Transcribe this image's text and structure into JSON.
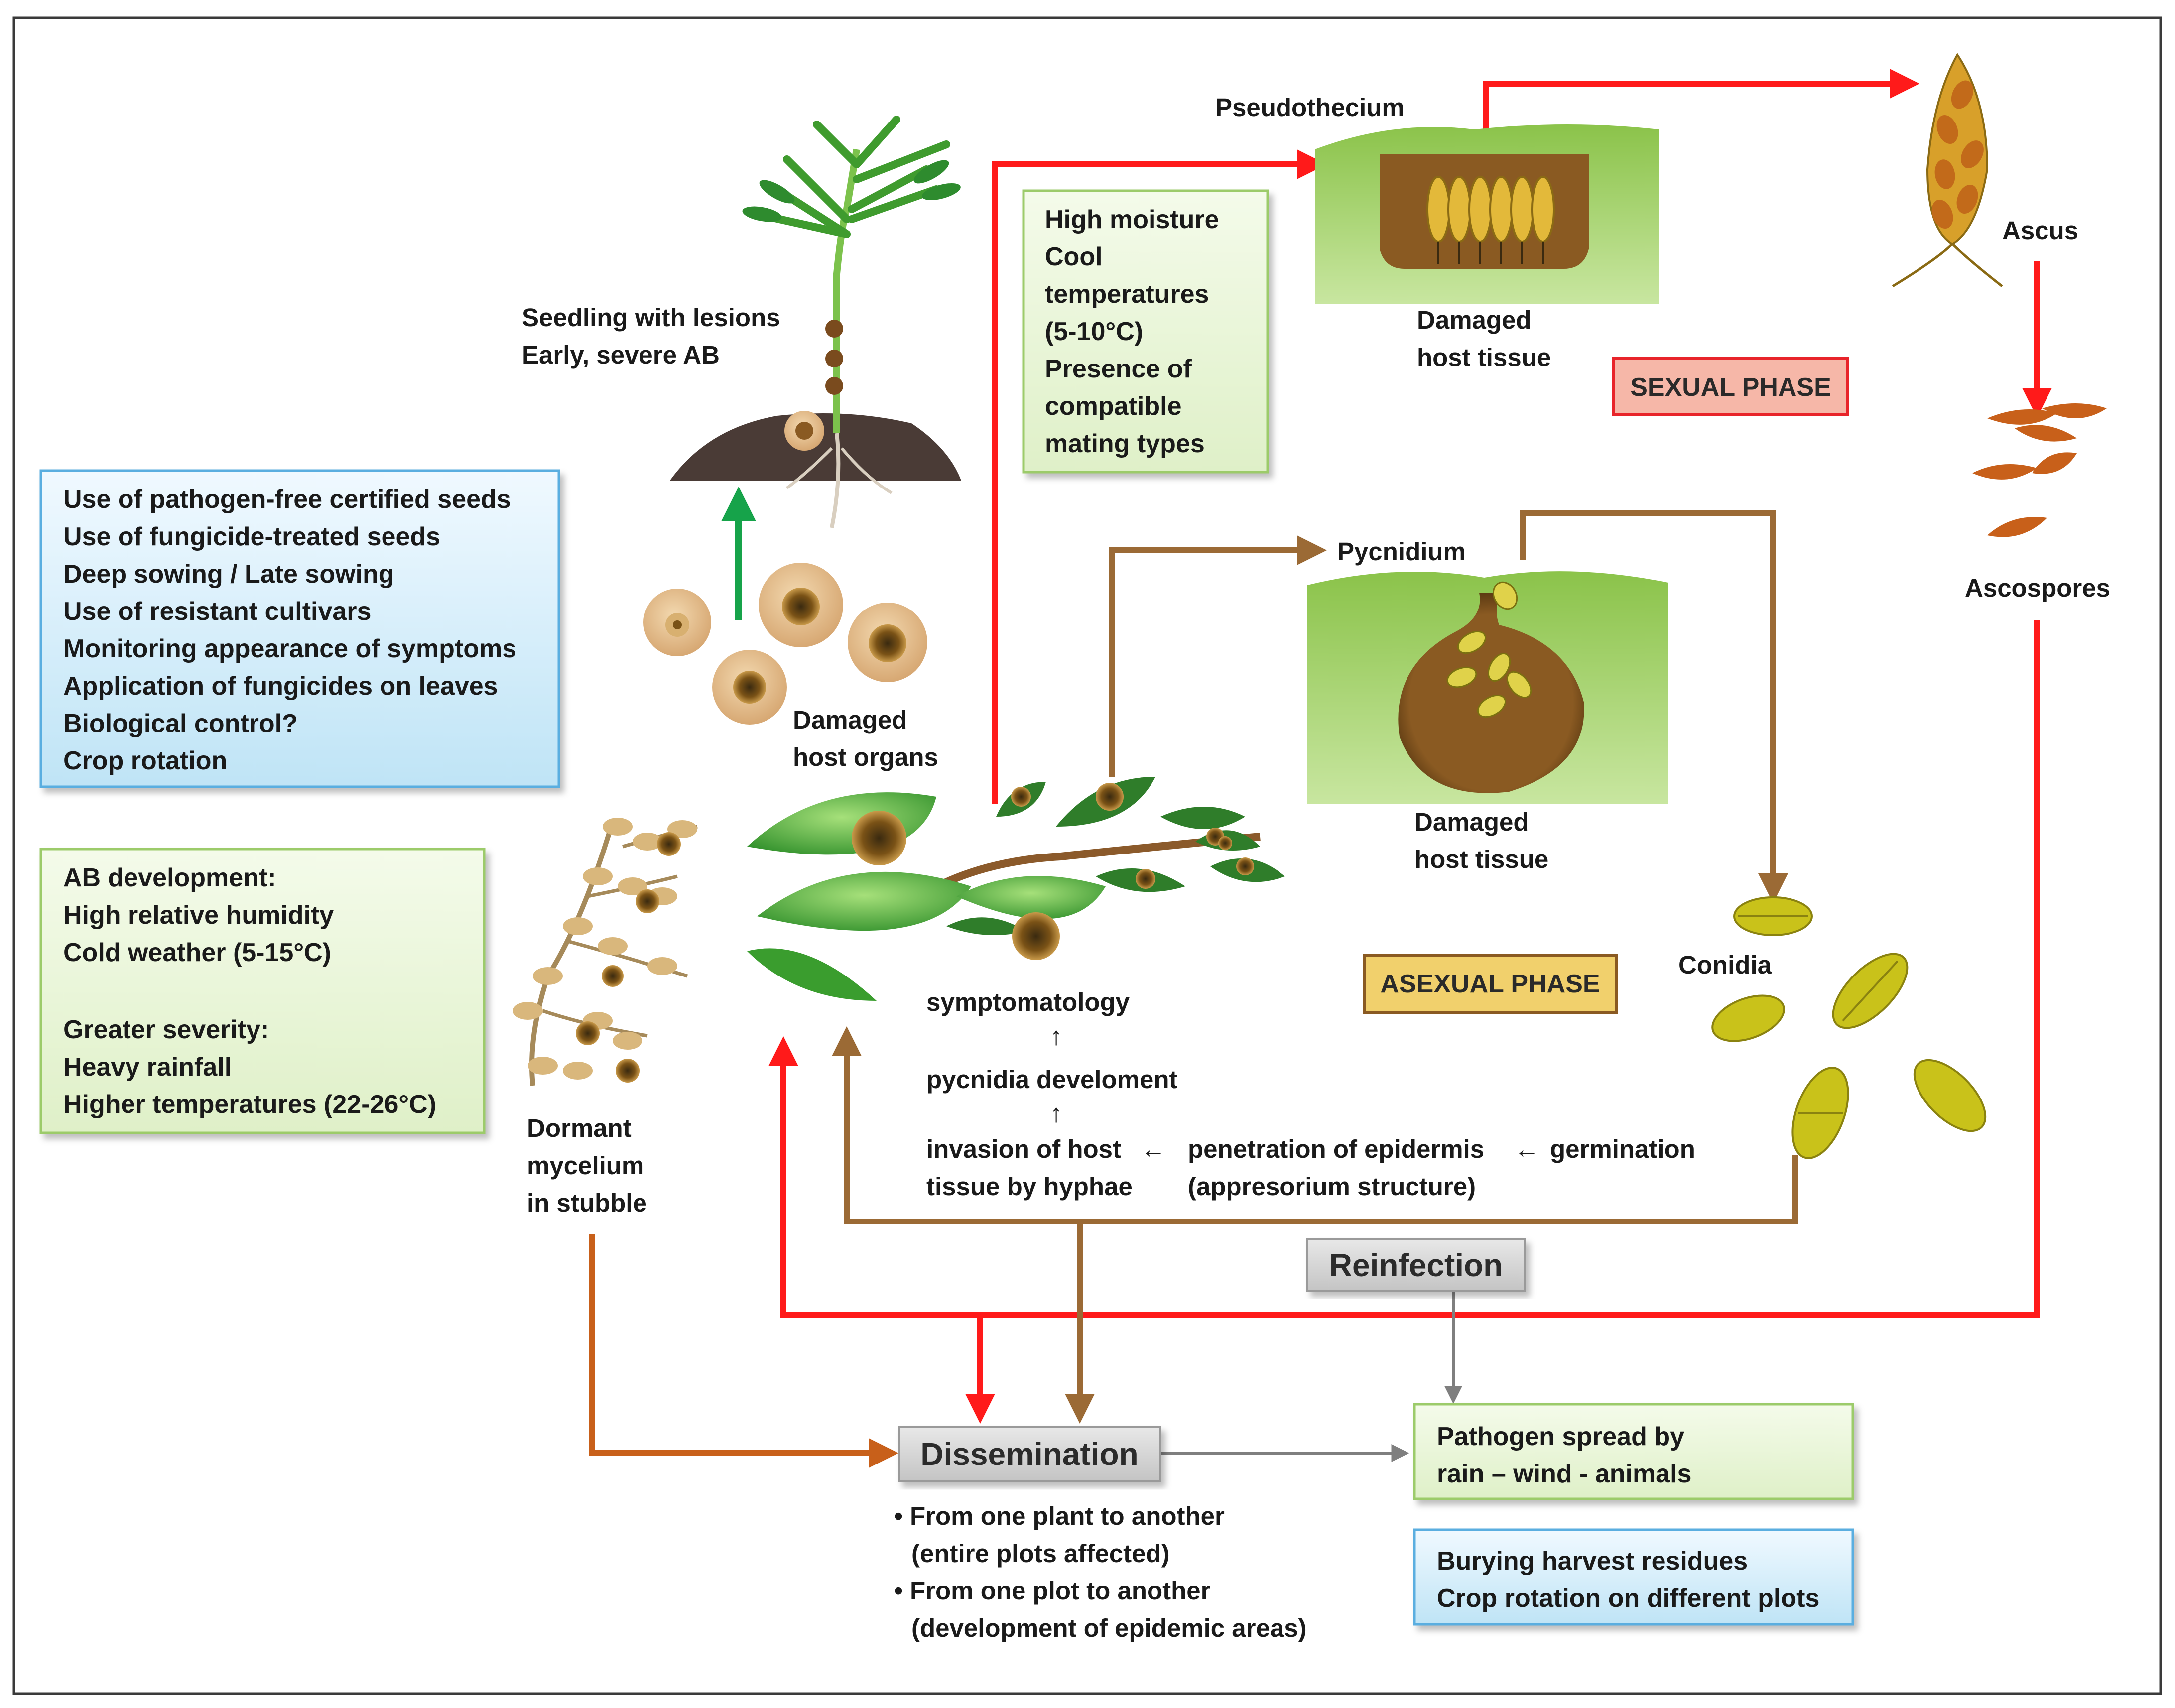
{
  "labels": {
    "pseudothecium": "Pseudothecium",
    "ascus": "Ascus",
    "ascospores": "Ascospores",
    "damaged_host_tissue_top_1": "Damaged",
    "damaged_host_tissue_top_2": "host tissue",
    "sexual_phase": "SEXUAL PHASE",
    "seedling_1": "Seedling with lesions",
    "seedling_2": "Early, severe AB",
    "pycnidium": "Pycnidium",
    "damaged_host_tissue_mid_1": "Damaged",
    "damaged_host_tissue_mid_2": "host tissue",
    "damaged_host_organs_1": "Damaged",
    "damaged_host_organs_2": "host organs",
    "asexual_phase": "ASEXUAL PHASE",
    "conidia": "Conidia",
    "dormant_1": "Dormant",
    "dormant_2": "mycelium",
    "dormant_3": "in stubble",
    "reinfection": "Reinfection",
    "dissemination": "Dissemination"
  },
  "conditions_box": [
    "High moisture",
    "Cool",
    "temperatures",
    "(5-10°C)",
    "Presence of",
    "compatible",
    "mating types"
  ],
  "control_box": [
    "Use of pathogen-free certified seeds",
    "Use of fungicide-treated seeds",
    "Deep sowing / Late sowing",
    "Use of resistant cultivars",
    "Monitoring appearance of symptoms",
    "Application of fungicides on leaves",
    "Biological control?",
    "Crop rotation"
  ],
  "development_box": [
    "AB development:",
    "High relative humidity",
    "Cold weather (5-15°C)",
    "",
    "Greater severity:",
    "Heavy rainfall",
    "Higher temperatures (22-26°C)"
  ],
  "infection_process": {
    "symptomatology": "symptomatology",
    "up_arrow": "↑",
    "pycnidia": "pycnidia develoment",
    "invasion_1": "invasion of host",
    "invasion_2": "tissue by hyphae",
    "left_arrow": "←",
    "penetration_1": "penetration of epidermis",
    "penetration_2": "(appresorium structure)",
    "germination": "germination"
  },
  "spread_box": [
    "Pathogen spread by",
    "rain – wind - animals"
  ],
  "burying_box": [
    "Burying harvest residues",
    "Crop rotation  on different plots"
  ],
  "dissemination_notes": [
    "• From one plant to another",
    "(entire plots affected)",
    "• From one plot to another",
    "(development of epidemic areas)"
  ],
  "colors": {
    "red_arrow": "#ff1a1a",
    "brown_arrow": "#9b6a35",
    "orange_arrow": "#c8601a",
    "gray_arrow": "#7f7f7f",
    "green_arrow": "#16a34a",
    "green_box_fill": "#ecf7dc",
    "blue_box_fill": "#dff1fb",
    "sexual_fill": "#f5b3a6",
    "asexual_fill": "#f0cf6a"
  }
}
